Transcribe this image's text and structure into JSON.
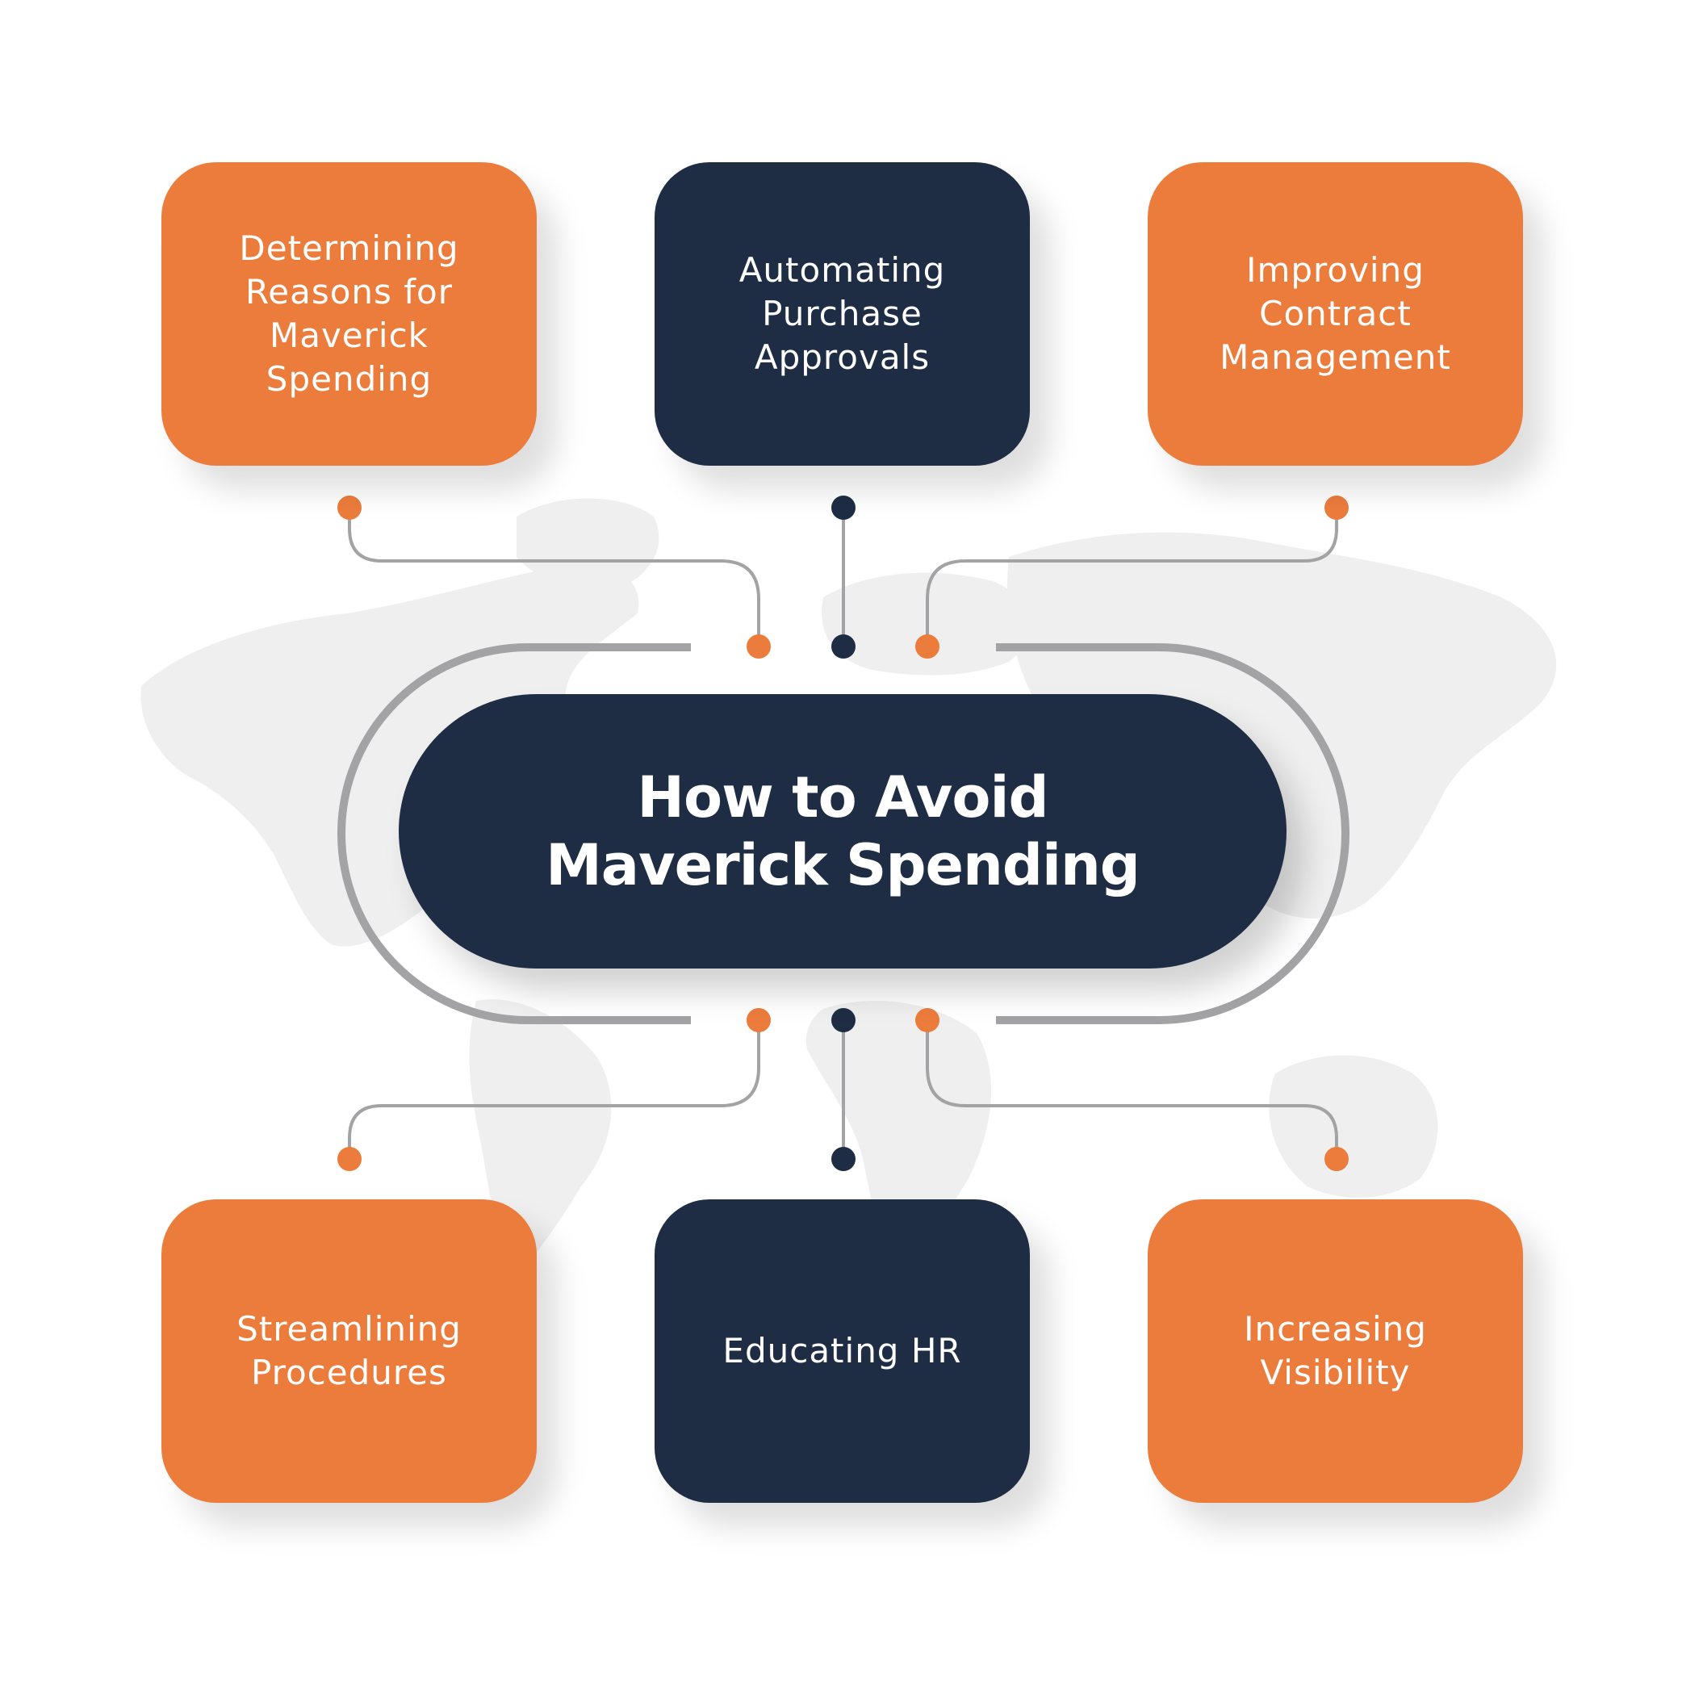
{
  "center": {
    "title": "How to Avoid\nMaverick Spending"
  },
  "nodes": [
    {
      "id": "determining-reasons",
      "label": "Determining\nReasons for\nMaverick\nSpending",
      "color": "orange"
    },
    {
      "id": "automating-purchase-approvals",
      "label": "Automating\nPurchase\nApprovals",
      "color": "navy"
    },
    {
      "id": "improving-contract-management",
      "label": "Improving\nContract\nManagement",
      "color": "orange"
    },
    {
      "id": "streamlining-procedures",
      "label": "Streamlining\nProcedures",
      "color": "orange"
    },
    {
      "id": "educating-hr",
      "label": "Educating HR",
      "color": "navy"
    },
    {
      "id": "increasing-visibility",
      "label": "Increasing\nVisibility",
      "color": "orange"
    }
  ],
  "colors": {
    "orange": "#ec7c3c",
    "navy": "#1e2d44",
    "connector": "#a3a3a6",
    "background_map": "#efefef"
  }
}
